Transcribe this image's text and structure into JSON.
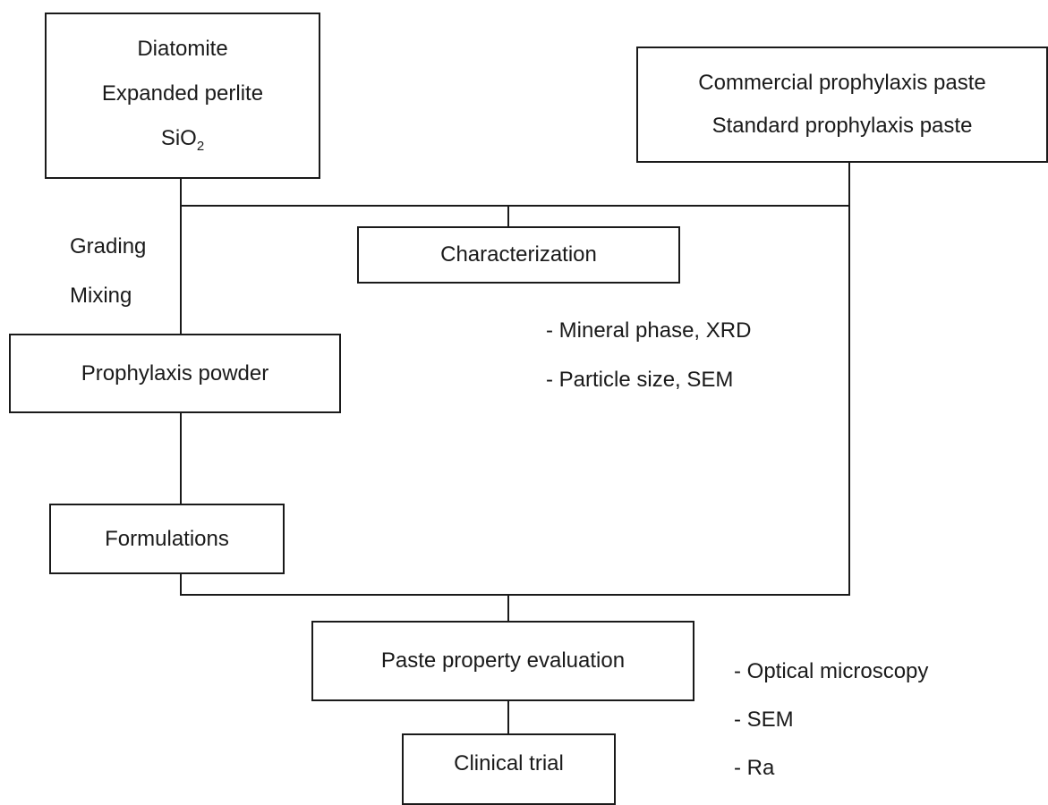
{
  "diagram": {
    "raw_materials": {
      "lines": [
        "Diatomite",
        "Expanded perlite"
      ],
      "sio2": {
        "base": "SiO",
        "subscript": "2"
      }
    },
    "reference_pastes": {
      "lines": [
        "Commercial prophylaxis paste",
        "Standard prophylaxis paste"
      ]
    },
    "process_steps": [
      "Grading",
      "Mixing"
    ],
    "characterization": {
      "title": "Characterization",
      "methods": [
        "- Mineral phase, XRD",
        "- Particle size, SEM"
      ]
    },
    "prophylaxis_powder": "Prophylaxis powder",
    "formulations": "Formulations",
    "paste_property_evaluation": {
      "title": "Paste property evaluation",
      "methods": [
        "- Optical microscopy",
        "- SEM",
        "- Ra"
      ]
    },
    "clinical_trial": "Clinical trial"
  }
}
